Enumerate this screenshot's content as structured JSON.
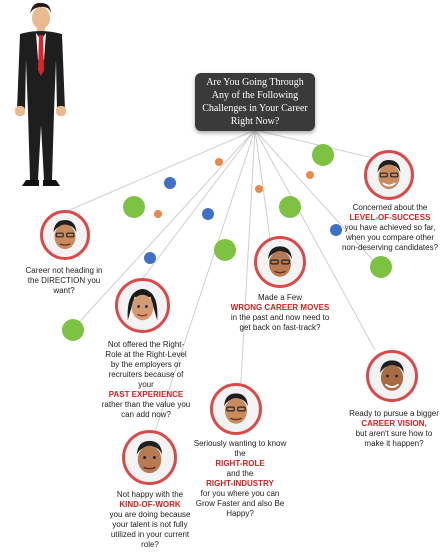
{
  "hub": {
    "title": "Are You Going Through Any of the Following Challenges in Your Career Right Now?"
  },
  "colors": {
    "accent": "#d02020",
    "dot_green": "#7dc242",
    "dot_blue": "#3f6fc6",
    "dot_orange": "#e98a4a",
    "hub_bg": "#3a3a3a",
    "avatar_ring": "#d94b4b"
  },
  "challenges": [
    {
      "pre": "Career not heading in",
      "kw": "the DIRECTION you",
      "post": "want?"
    },
    {
      "pre": "Not offered the Right-Role at the Right-Level by the employers or recruiters because of your",
      "kw": "PAST EXPERIENCE",
      "post": "rather than the value you can add now?"
    },
    {
      "pre": "Made a Few",
      "kw": "WRONG CAREER MOVES",
      "post": "in the past and now need to get back on fast-track?"
    },
    {
      "pre": "Concerned about the",
      "kw": "LEVEL-OF-SUCCESS",
      "post": "you have achieved so far, when you compare other non-deserving candidates?"
    },
    {
      "pre": "Seriously wanting to know the",
      "kw": "RIGHT-ROLE",
      "mid": "and the",
      "kw2": "RIGHT-INDUSTRY",
      "post": "for you where you can Grow Faster and also Be Happy?"
    },
    {
      "pre": "Ready to pursue a bigger",
      "kw": "CAREER VISION,",
      "post": "but aren't sure how to make it happen?"
    },
    {
      "pre": "Not happy with the",
      "kw": "KIND-OF-WORK",
      "post": "you are doing because your talent is not fully utilized in your current role?"
    }
  ]
}
